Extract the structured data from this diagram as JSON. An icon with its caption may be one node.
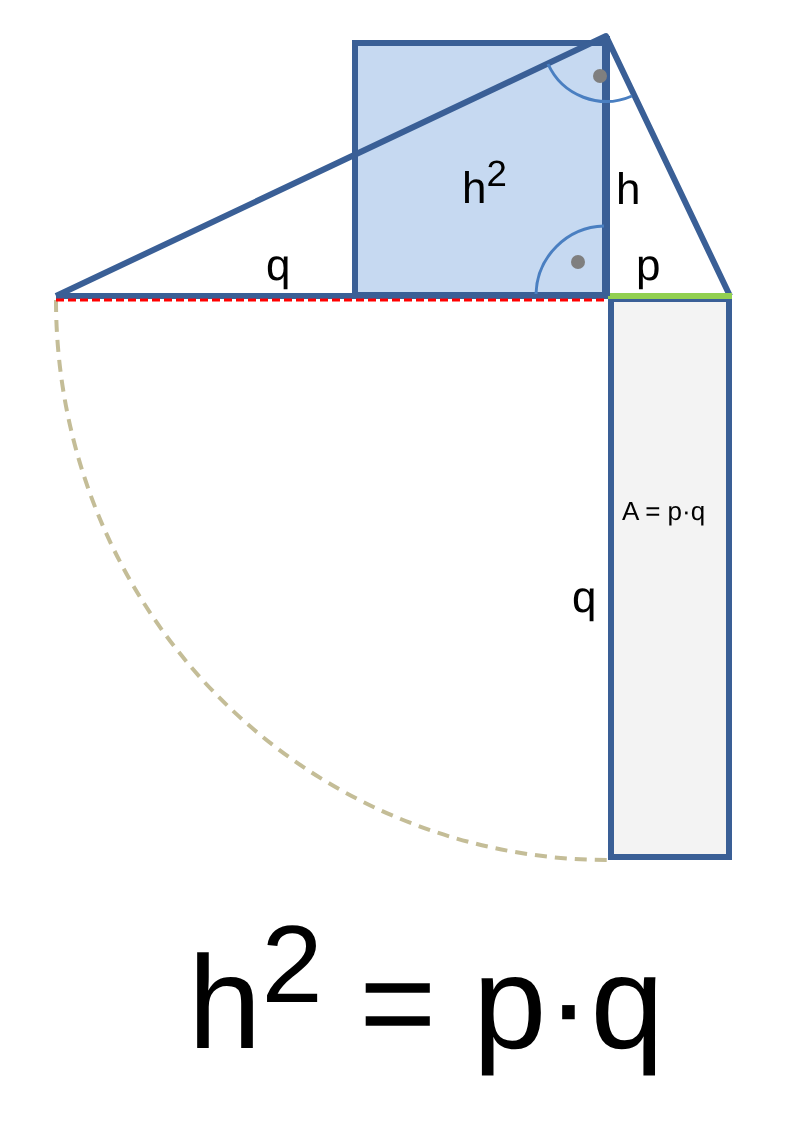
{
  "diagram": {
    "title": "h$^{2}$ = p·q",
    "nodes": [
      {
        "text": [
          "h$^{2}$"
        ]
      },
      {
        "text": [
          "A = p·q"
        ]
      }
    ],
    "labels": [
      "h",
      "q",
      "p",
      "q"
    ]
  }
}
